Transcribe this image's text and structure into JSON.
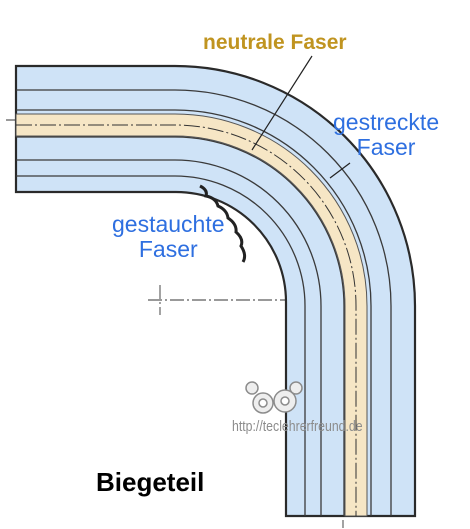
{
  "labels": {
    "neutral": "neutrale Faser",
    "stretched_line1": "gestreckte",
    "stretched_line2": "Faser",
    "compressed_line1": "gestauchte",
    "compressed_line2": "Faser",
    "title": "Biegeteil"
  },
  "watermark": {
    "prefix": "http://tec",
    "suffix": "lehrerfreund.de",
    "logo": "gears-owl-logo"
  },
  "colors": {
    "band_fill": "#cfe3f7",
    "neutral_band": "#f6e6c5",
    "outline": "#2a2a2a",
    "neutral_label": "#c09420",
    "fiber_label": "#2e6fe0",
    "accent_red": "#e02020"
  }
}
